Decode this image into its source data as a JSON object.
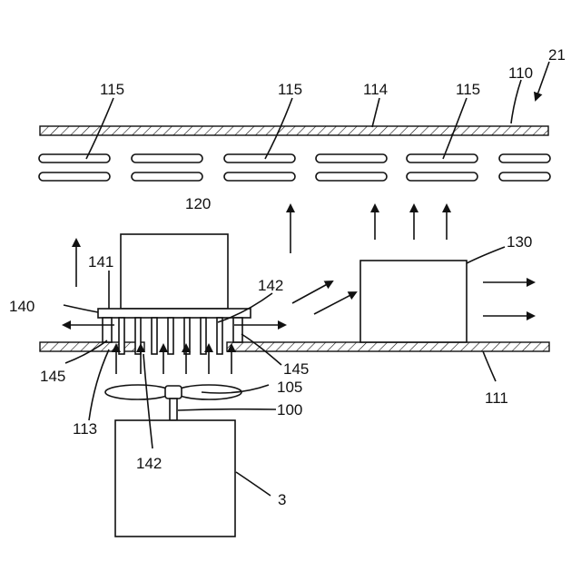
{
  "labels": {
    "fig_ref": "21",
    "board_top": "110",
    "board_bottom": "111",
    "slot_top": "114",
    "vent_a": "115",
    "vent_b": "115",
    "vent_c": "115",
    "component_120": "120",
    "component_130": "130",
    "heatsink": "140",
    "heatsink_base": "141",
    "fins_top": "142",
    "fins_bottom": "142",
    "spacer_left": "145",
    "spacer_right": "145",
    "opening": "113",
    "fan": "105",
    "shaft": "100",
    "housing": "3"
  }
}
